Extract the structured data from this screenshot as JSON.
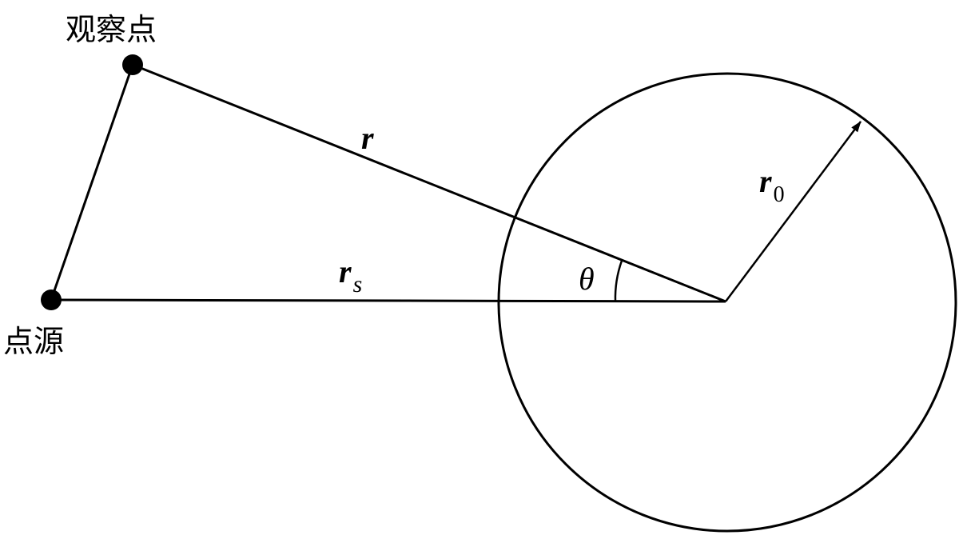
{
  "labels": {
    "observation_point": "观察点",
    "point_source": "点源",
    "r": "r",
    "r0_main": "r",
    "r0_sub": "0",
    "rs_main": "r",
    "rs_sub": "s",
    "theta": "θ"
  },
  "colors": {
    "stroke": "#000000",
    "background": "#ffffff"
  }
}
